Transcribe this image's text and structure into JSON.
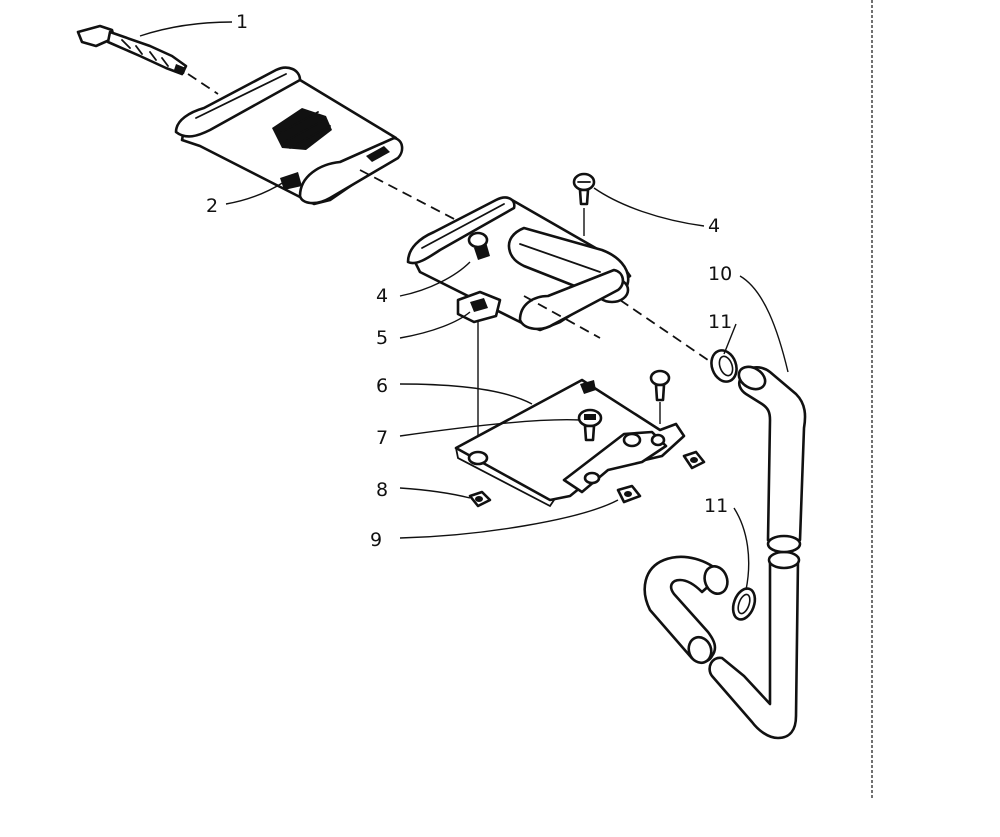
{
  "callouts": [
    {
      "id": "1",
      "text": "1"
    },
    {
      "id": "2",
      "text": "2"
    },
    {
      "id": "4a",
      "text": "4"
    },
    {
      "id": "4b",
      "text": "4"
    },
    {
      "id": "5",
      "text": "5"
    },
    {
      "id": "6",
      "text": "6"
    },
    {
      "id": "7",
      "text": "7"
    },
    {
      "id": "8",
      "text": "8"
    },
    {
      "id": "9",
      "text": "9"
    },
    {
      "id": "10",
      "text": "10"
    },
    {
      "id": "11a",
      "text": "11"
    },
    {
      "id": "11b",
      "text": "11"
    }
  ]
}
